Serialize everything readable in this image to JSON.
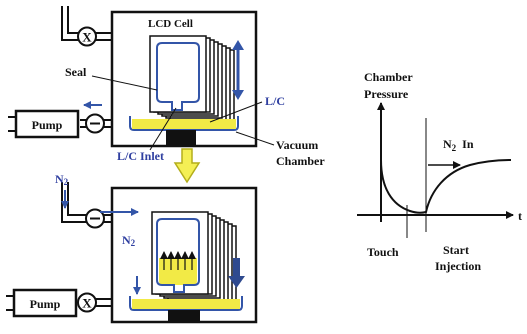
{
  "colors": {
    "line": "#111111",
    "blue_text": "#2f3fa0",
    "blue_line": "#3355a8",
    "liquid": "#f2ea46",
    "arrow_fill": "#f4ef55",
    "arrow_stroke": "#b3ad1c",
    "stage_base": "#111111"
  },
  "labels": {
    "lcd_cell": "LCD Cell",
    "seal": "Seal",
    "pump_top": "Pump",
    "pump_bottom": "Pump",
    "lc": "L/C",
    "lc_inlet": "L/C Inlet",
    "vacuum_chamber_line1": "Vacuum",
    "vacuum_chamber_line2": "Chamber",
    "n2_left_main": "N",
    "n2_left_sub": "2",
    "n2_right_main": "N",
    "n2_right_sub": "2"
  },
  "valves": {
    "closed_symbol": "X",
    "open_symbol": "−"
  },
  "graph": {
    "ylabel_line1": "Chamber",
    "ylabel_line2": "Pressure",
    "xlabel": "t",
    "annotation_main": "N",
    "annotation_sub": "2",
    "annotation_suffix": "In",
    "touch": "Touch",
    "start_line1": "Start",
    "start_line2": "Injection"
  }
}
